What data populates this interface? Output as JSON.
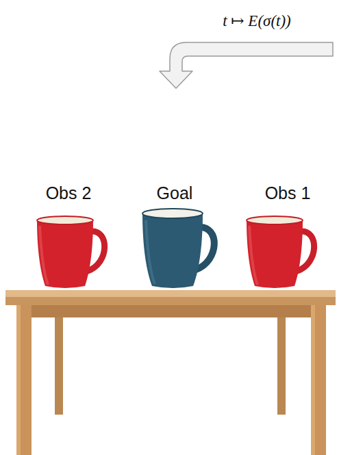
{
  "diagram": {
    "labels": [
      "t ↦ E(σ(t))",
      "Obs 2",
      "Goal",
      "Obs 1"
    ]
  }
}
